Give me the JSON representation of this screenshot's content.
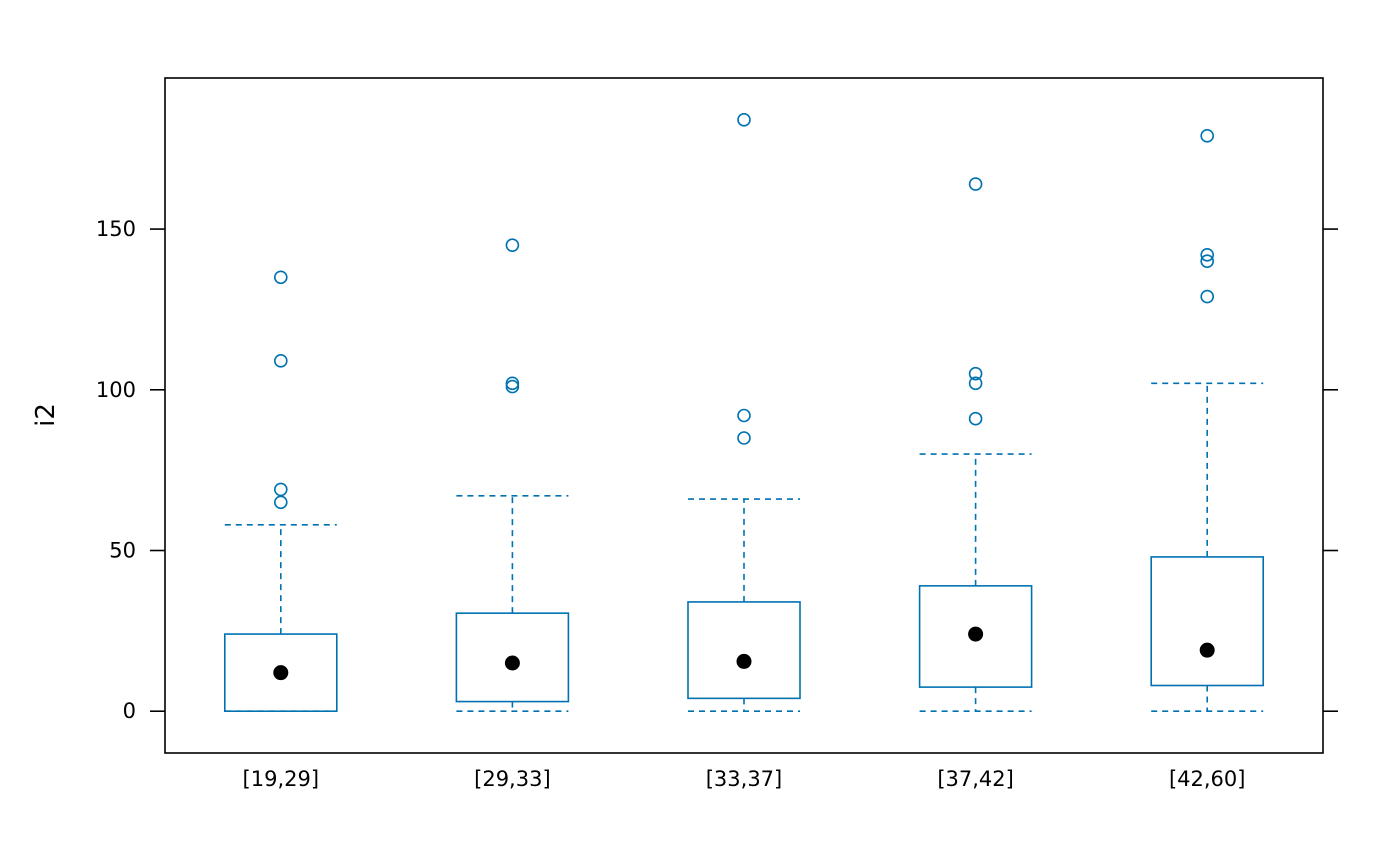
{
  "chart_data": {
    "type": "boxplot",
    "title": "",
    "xlabel": "",
    "ylabel": "i2",
    "ylim": [
      -13,
      197
    ],
    "yticks": [
      0,
      50,
      100,
      150
    ],
    "grid": false,
    "colors": {
      "box": "#0072B2",
      "median": "#000000",
      "axis": "#000000"
    },
    "categories": [
      "[19,29]",
      "[29,33]",
      "[33,37]",
      "[37,42]",
      "[42,60]"
    ],
    "boxes": [
      {
        "category": "[19,29]",
        "lower_whisker": 0,
        "q1": 0,
        "median": 12,
        "q3": 24,
        "upper_whisker": 58,
        "outliers": [
          65,
          69,
          109,
          135
        ]
      },
      {
        "category": "[29,33]",
        "lower_whisker": 0,
        "q1": 3,
        "median": 15,
        "q3": 30.5,
        "upper_whisker": 67,
        "outliers": [
          101,
          102,
          145
        ]
      },
      {
        "category": "[33,37]",
        "lower_whisker": 0,
        "q1": 4,
        "median": 15.5,
        "q3": 34,
        "upper_whisker": 66,
        "outliers": [
          85,
          92,
          184
        ]
      },
      {
        "category": "[37,42]",
        "lower_whisker": 0,
        "q1": 7.5,
        "median": 24,
        "q3": 39,
        "upper_whisker": 80,
        "outliers": [
          91,
          102,
          105,
          164
        ]
      },
      {
        "category": "[42,60]",
        "lower_whisker": 0,
        "q1": 8,
        "median": 19,
        "q3": 48,
        "upper_whisker": 102,
        "outliers": [
          129,
          140,
          142,
          179
        ]
      }
    ]
  }
}
